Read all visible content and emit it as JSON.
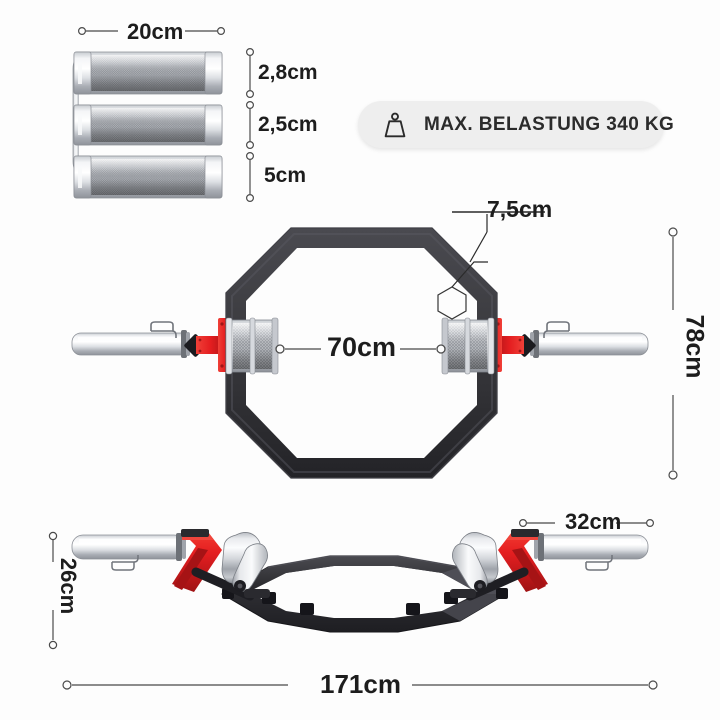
{
  "meta": {
    "background_color": "#fdfdfd",
    "product": "hex trap bar dimension diagram"
  },
  "badge": {
    "label": "MAX. BELASTUNG 340 KG",
    "icon": "weight-kettlebell-icon",
    "background_color": "#eeeeee",
    "text_color": "#2b2b2b"
  },
  "colors": {
    "frame_dark": "#3a3a3e",
    "frame_dark_shade": "#2b2b30",
    "accent_red": "#e41e20",
    "accent_red_dark": "#a81214",
    "chrome_light": "#f2f3f5",
    "chrome_mid": "#c7cacf",
    "chrome_dark": "#8d9197",
    "dimension_line": "#4a4a4a",
    "text": "#1d1d1d"
  },
  "dimensions": {
    "handle_length": {
      "label": "20cm",
      "orientation": "horizontal"
    },
    "handle_grip_diameter": {
      "label": "2,8cm",
      "orientation": "horizontal"
    },
    "handle_shaft_diameter": {
      "label": "2,5cm",
      "orientation": "horizontal"
    },
    "handle_collar_diameter": {
      "label": "5cm",
      "orientation": "horizontal"
    },
    "tube_width": {
      "label": "7,5cm",
      "orientation": "horizontal"
    },
    "grip_spacing": {
      "label": "70cm",
      "orientation": "horizontal"
    },
    "frame_depth": {
      "label": "78cm",
      "orientation": "vertical"
    },
    "frame_height": {
      "label": "26cm",
      "orientation": "vertical"
    },
    "sleeve_length": {
      "label": "32cm",
      "orientation": "horizontal"
    },
    "total_width": {
      "label": "171cm",
      "orientation": "horizontal"
    }
  },
  "views": {
    "handles_detail": "three stacked knurled chrome handles",
    "top_view": "octagonal hex bar frame seen from above with loading sleeves",
    "perspective_view": "hex bar three-quarter view with rubber feet"
  }
}
